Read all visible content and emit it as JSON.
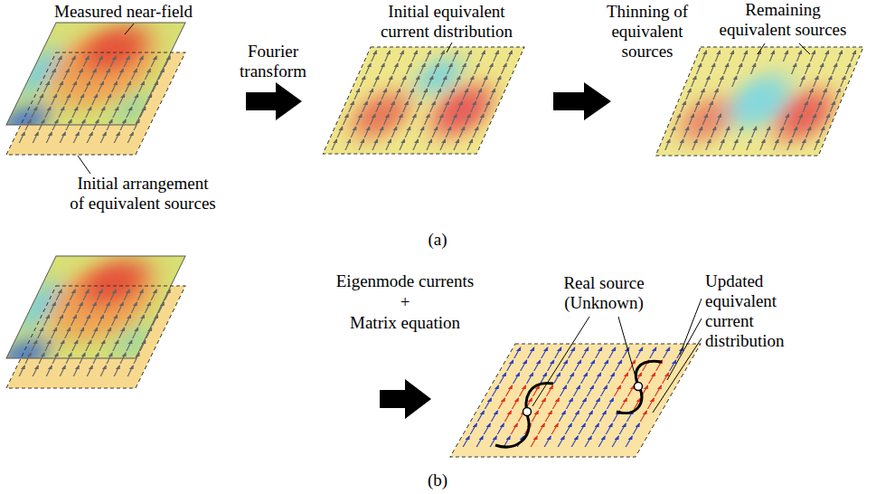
{
  "diagram": {
    "labels": [
      "Measured near-field",
      "Initial arrangement of equivalent sources",
      "Fourier transform",
      "Initial equivalent current distribution",
      "Thinning of equivalent sources",
      "Remaining equivalent sources",
      "(a)",
      "Eigenmode currents",
      "+",
      "Matrix equation",
      "Real source (Unknown)",
      "Updated equivalent current distribution",
      "(b)"
    ]
  }
}
